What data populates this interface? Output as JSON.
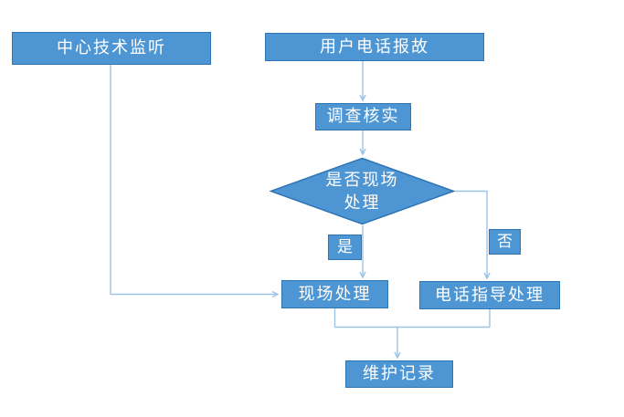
{
  "flowchart": {
    "nodes": {
      "monitor": {
        "label": "中心技术监听"
      },
      "report": {
        "label": "用户电话报故"
      },
      "verify": {
        "label": "调查核实"
      },
      "decision": {
        "label": "是否现场处理"
      },
      "yes": {
        "label": "是"
      },
      "no": {
        "label": "否"
      },
      "onsite": {
        "label": "现场处理"
      },
      "phone": {
        "label": "电话指导处理"
      },
      "record": {
        "label": "维护记录"
      }
    },
    "edges": [
      {
        "from": "用户电话报故",
        "to": "调查核实",
        "label": ""
      },
      {
        "from": "调查核实",
        "to": "是否现场处理",
        "label": ""
      },
      {
        "from": "是否现场处理",
        "to": "现场处理",
        "label": "是"
      },
      {
        "from": "是否现场处理",
        "to": "电话指导处理",
        "label": "否"
      },
      {
        "from": "中心技术监听",
        "to": "现场处理",
        "label": ""
      },
      {
        "from": "现场处理",
        "to": "维护记录",
        "label": ""
      },
      {
        "from": "电话指导处理",
        "to": "维护记录",
        "label": ""
      }
    ],
    "colors": {
      "node_fill": "#4e96d3",
      "node_border": "#2e75b6",
      "connector": "#9dc3e6",
      "text": "#ffffff",
      "background": "#ffffff"
    }
  }
}
